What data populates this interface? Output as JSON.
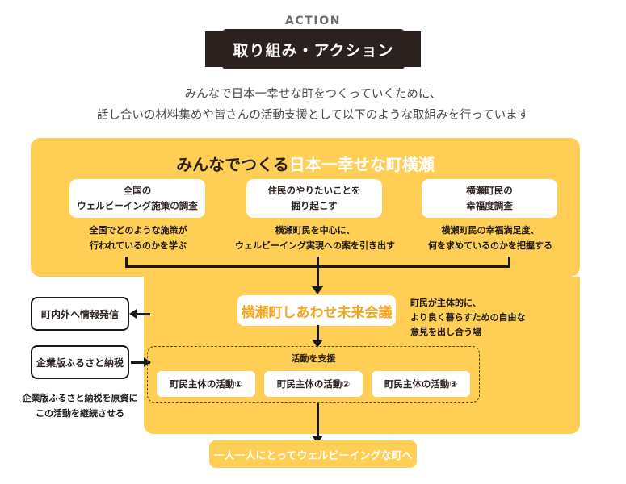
{
  "header": {
    "eyebrow": "ACTION",
    "ribbon_title": "取り組み・アクション"
  },
  "lead": {
    "line1": "みんなで日本一幸せな町をつくっていくために、",
    "line2": "話し合いの材料集めや皆さんの活動支援として以下のような取組みを行っています"
  },
  "board": {
    "title_plain": "みんなでつくる",
    "title_highlight": "日本一幸せな町横瀬",
    "cards": [
      {
        "title_line1": "全国の",
        "title_line2": "ウェルビーイング施策の調査",
        "caption_line1": "全国でどのような施策が",
        "caption_line2": "行われているのかを学ぶ"
      },
      {
        "title_line1": "住民のやりたいことを",
        "title_line2": "掘り起こす",
        "caption_line1": "横瀬町民を中心に、",
        "caption_line2": "ウェルビーイング実現への案を引き出す"
      },
      {
        "title_line1": "横瀬町民の",
        "title_line2": "幸福度調査",
        "caption_line1": "横瀬町民の幸福満足度、",
        "caption_line2": "何を求めているのかを把握する"
      }
    ]
  },
  "council": {
    "label": "横瀬町しあわせ未来会議",
    "note_line1": "町民が主体的に、",
    "note_line2": "より良く暮らすための自由な",
    "note_line3": "意見を出し合う場"
  },
  "side": {
    "box1": "町内外へ情報発信",
    "box2": "企業版ふるさと納税",
    "note_line1": "企業版ふるさと納税を原資に",
    "note_line2": "この活動を継続させる"
  },
  "activities": {
    "group_title": "活動を支援",
    "items": [
      "町民主体の活動①",
      "町民主体の活動②",
      "町民主体の活動③"
    ]
  },
  "footer": {
    "goal": "一人一人にとってウェルビーイングな町へ"
  },
  "colors": {
    "orange": "#ffce54",
    "orange_text": "#f6a623",
    "dark": "#2b211e",
    "white": "#ffffff"
  }
}
